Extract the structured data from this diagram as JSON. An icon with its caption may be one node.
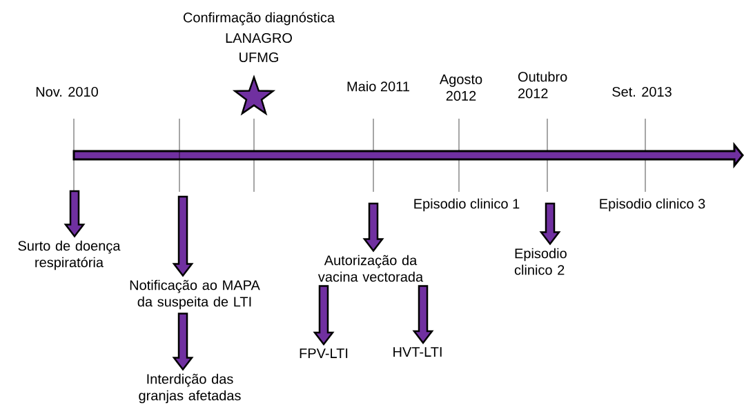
{
  "diagram": {
    "nodes": [
      {
        "text": [
          "Surto de doença respiratória"
        ]
      },
      {
        "text": [
          "Notificação ao MAPA da suspeita de LTI"
        ]
      },
      {
        "text": [
          "Interdição das granjas afetadas"
        ]
      },
      {
        "text": [
          "Autorização da vacina vectorada"
        ]
      },
      {
        "text": [
          "FPV-LTI"
        ]
      },
      {
        "text": [
          "HVT-LTI"
        ]
      },
      {
        "text": [
          "Episodio clinico 2"
        ]
      }
    ],
    "edges": [
      {
        "from": null,
        "to": 0,
        "arrow": "to"
      },
      {
        "from": null,
        "to": 1,
        "arrow": "to"
      },
      {
        "from": 1,
        "to": 2,
        "arrow": "to"
      },
      {
        "from": null,
        "to": 3,
        "arrow": "to"
      },
      {
        "from": 3,
        "to": 4,
        "arrow": "to"
      },
      {
        "from": 3,
        "to": 5,
        "arrow": "to"
      },
      {
        "from": null,
        "to": 6,
        "arrow": "to"
      }
    ],
    "labels": [
      "Confirmação diagnóstica",
      "LANAGRO",
      "UFMG",
      "Nov. 2010",
      "Maio 2011",
      "Agosto 2012",
      "Outubro 2012",
      "Set. 2013",
      "Episodio clinico 1",
      "Episodio clinico 3"
    ]
  }
}
